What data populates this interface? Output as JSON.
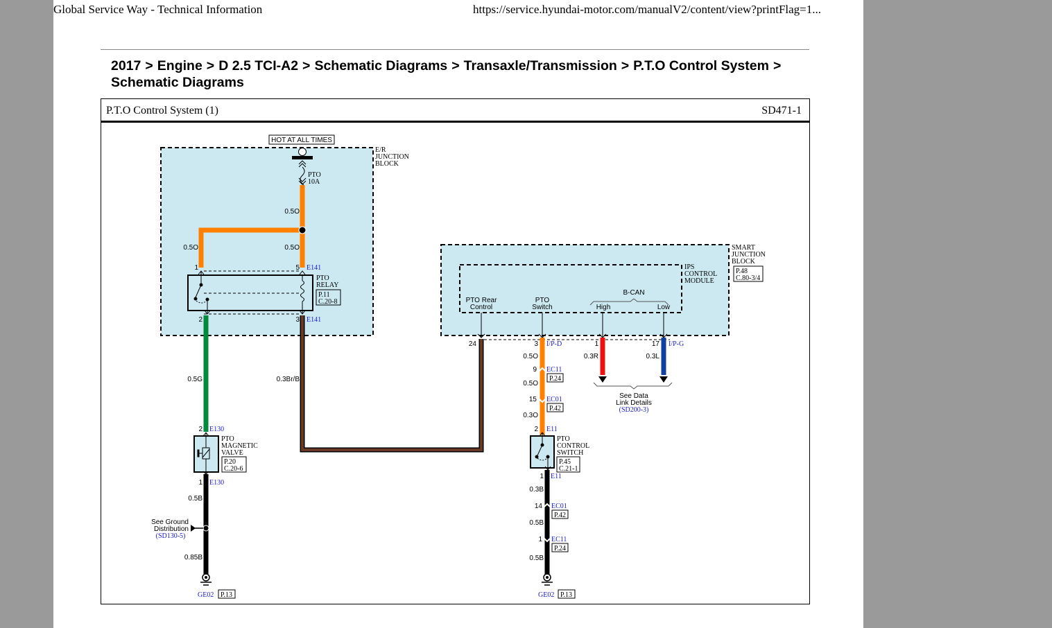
{
  "header": {
    "title": "Global Service Way - Technical Information",
    "url": "https://service.hyundai-motor.com/manualV2/content/view?printFlag=1..."
  },
  "breadcrumb": [
    "2017",
    "Engine",
    "D 2.5 TCI-A2",
    "Schematic Diagrams",
    "Transaxle/Transmission",
    "P.T.O Control System",
    "Schematic Diagrams"
  ],
  "breadcrumb_separator": ">",
  "diagram": {
    "title": "P.T.O Control System (1)",
    "code": "SD471-1",
    "colors": {
      "orange": "#ff8000",
      "green": "#008a3c",
      "brown": "#6b3a23",
      "black": "#000000",
      "red": "#ee1111",
      "blue": "#1040a0",
      "module_fill": "#cce9f2",
      "link_text": "#1a1acc"
    },
    "power": {
      "label": "HOT AT ALL TIMES"
    },
    "er_junction_block": {
      "name_lines": [
        "E/R",
        "JUNCTION",
        "BLOCK"
      ],
      "fuse_name": "PTO",
      "fuse_rating": "10A"
    },
    "pto_relay": {
      "name_lines": [
        "PTO",
        "RELAY"
      ],
      "ref_lines": [
        "P.11",
        "C.20-8"
      ],
      "connector": "E141",
      "pins": {
        "p1": "1",
        "p5": "5",
        "p2": "2",
        "p3": "3"
      }
    },
    "wires": {
      "fuse_out": "0.5O",
      "relay_pin1": "0.5O",
      "relay_pin5": "0.5O",
      "relay_to_valve": "0.5G",
      "relay_to_sjb": "0.3Br/B",
      "valve_ground_a": "0.5B",
      "valve_ground_b": "0.85B",
      "switch_seg1": "0.5O",
      "switch_seg2": "0.5O",
      "switch_seg3": "0.3O",
      "switch_gnd1": "0.3B",
      "switch_gnd2": "0.5B",
      "switch_gnd3": "0.5B",
      "can_high": "0.3R",
      "can_low": "0.3L"
    },
    "magnetic_valve": {
      "name_lines": [
        "PTO",
        "MAGNETIC",
        "VALVE"
      ],
      "ref_lines": [
        "P.20",
        "C.20-6"
      ],
      "connector": "E130",
      "pin_top": "2",
      "pin_bottom": "1"
    },
    "ground_distribution": {
      "lines": [
        "See Ground",
        "Distribution"
      ],
      "ref": "(SD130-5)"
    },
    "grounds": [
      {
        "name": "GE02",
        "page": "P.13"
      },
      {
        "name": "GE02",
        "page": "P.13"
      }
    ],
    "smart_junction_block": {
      "name_lines": [
        "SMART",
        "JUNCTION",
        "BLOCK"
      ],
      "ref_lines": [
        "P.48",
        "C.80-3/4"
      ],
      "ips_lines": [
        "IPS",
        "CONTROL",
        "MODULE"
      ],
      "terminals": {
        "rear_control": [
          "PTO Rear",
          "Control"
        ],
        "switch": [
          "PTO",
          "Switch"
        ],
        "bcan": "B-CAN",
        "high": "High",
        "low": "Low"
      },
      "pins": {
        "rear": "24",
        "switch": "3",
        "high": "1",
        "low": "17"
      },
      "conn_switch": "I/P-D",
      "conn_low": "I/P-G"
    },
    "switch_path": {
      "ec11_a": {
        "pin": "9",
        "conn": "EC11",
        "page": "P.24"
      },
      "ec01_a": {
        "pin": "15",
        "conn": "EC01",
        "page": "P.42"
      },
      "e11_top": {
        "pin": "2",
        "conn": "E11"
      },
      "e11_bottom": {
        "pin": "1",
        "conn": "E11"
      },
      "ec01_b": {
        "pin": "14",
        "conn": "EC01",
        "page": "P.42"
      },
      "ec11_b": {
        "pin": "1",
        "conn": "EC11",
        "page": "P.24"
      }
    },
    "control_switch": {
      "name_lines": [
        "PTO",
        "CONTROL",
        "SWITCH"
      ],
      "ref_lines": [
        "P.45",
        "C.21-1"
      ]
    },
    "data_link": {
      "lines": [
        "See Data",
        "Link Details"
      ],
      "ref": "(SD200-3)"
    }
  }
}
